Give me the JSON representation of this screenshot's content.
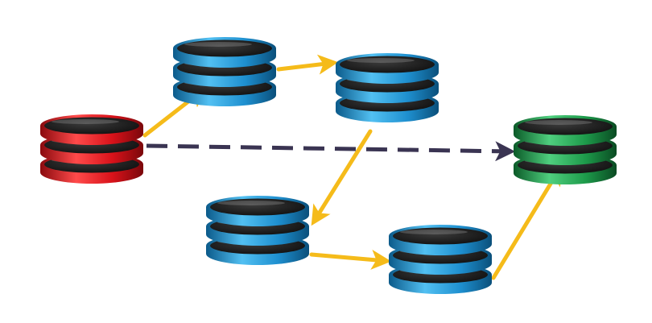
{
  "colors": {
    "red": "#e0161c",
    "blue": "#1e8fcf",
    "green": "#1d9a4a",
    "disk_top": "#1c1c1c",
    "flow_arrow": "#f5bb1a",
    "direct_arrow": "#3a3452",
    "background": "#ffffff"
  },
  "nodes": [
    {
      "id": "source",
      "color": "red",
      "role": "start"
    },
    {
      "id": "hop-1",
      "color": "blue",
      "role": "intermediate"
    },
    {
      "id": "hop-2",
      "color": "blue",
      "role": "intermediate"
    },
    {
      "id": "hop-3",
      "color": "blue",
      "role": "intermediate"
    },
    {
      "id": "hop-4",
      "color": "blue",
      "role": "intermediate"
    },
    {
      "id": "destination",
      "color": "green",
      "role": "end"
    }
  ],
  "edges": [
    {
      "from": "source",
      "to": "hop-1",
      "style": "solid",
      "color": "flow_arrow"
    },
    {
      "from": "hop-1",
      "to": "hop-2",
      "style": "solid",
      "color": "flow_arrow"
    },
    {
      "from": "hop-2",
      "to": "hop-3",
      "style": "solid",
      "color": "flow_arrow"
    },
    {
      "from": "hop-3",
      "to": "hop-4",
      "style": "solid",
      "color": "flow_arrow"
    },
    {
      "from": "hop-4",
      "to": "destination",
      "style": "solid",
      "color": "flow_arrow"
    },
    {
      "from": "source",
      "to": "destination",
      "style": "dashed",
      "color": "direct_arrow"
    }
  ]
}
